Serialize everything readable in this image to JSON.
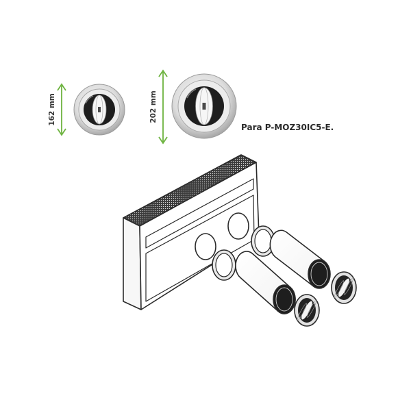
{
  "dimensions": {
    "small": {
      "label": "162 mm"
    },
    "large": {
      "label": "202 mm"
    }
  },
  "model_note": "Para P-MOZ30IC5-E.",
  "colors": {
    "arrow": "#6db33f",
    "outline": "#2a2a2a",
    "grille_dark": "#1e1e1e"
  },
  "icons": [
    "round-grille-icon",
    "air-conditioner-unit",
    "duct-tube",
    "sealing-ring",
    "grille-cap"
  ]
}
